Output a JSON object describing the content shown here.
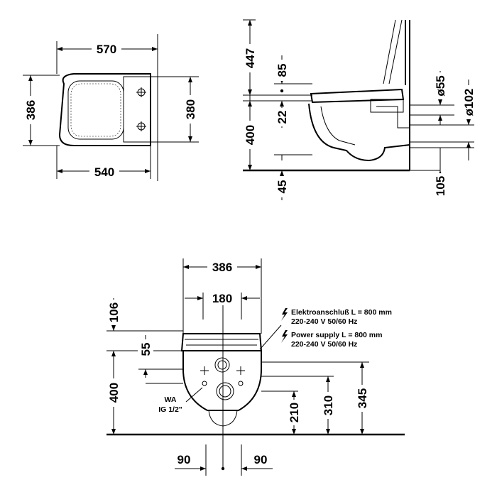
{
  "top_view": {
    "overall_length": "570",
    "bowl_length": "540",
    "width_outer": "386",
    "width_inner": "380"
  },
  "side_view": {
    "height_above_seat": "447",
    "seat_offset": "85",
    "seat_gap": "22",
    "seat_height": "400",
    "floor_clearance": "45",
    "outlet_height": "105",
    "supply_diameter": "ø55",
    "outlet_diameter": "ø102"
  },
  "front_view": {
    "overall_width": "386",
    "bolt_spacing": "180",
    "seat_top_offset": "106",
    "seat_thickness": "55",
    "seat_height": "400",
    "inlet_height": "210",
    "bolt_height_low": "310",
    "bolt_height_high": "345",
    "left_offset": "90",
    "right_offset": "90",
    "water_connection_line1": "WA",
    "water_connection_line2": "IG 1/2\"",
    "electrical_de": "Elektroanschluß L = 800 mm",
    "voltage_de": "220-240 V  50/60 Hz",
    "electrical_en": "Power supply L = 800 mm",
    "voltage_en": "220-240 V  50/60 Hz"
  },
  "icons": {
    "electric": "lightning-bolt-icon"
  }
}
